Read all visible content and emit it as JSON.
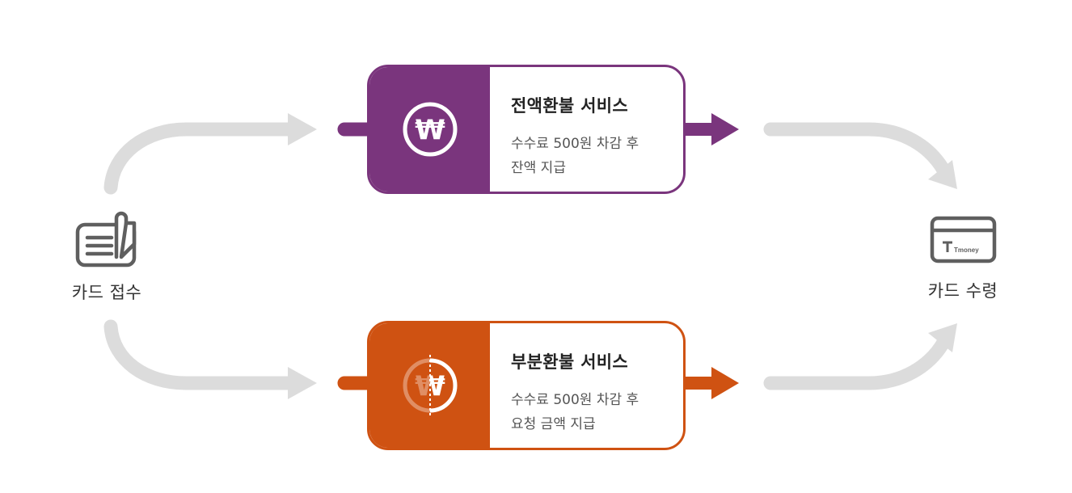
{
  "start": {
    "label": "카드 접수",
    "icon": "card-receipt-document-icon"
  },
  "end": {
    "label": "카드 수령",
    "icon": "tmoney-card-icon",
    "card_brand": "Tmoney"
  },
  "services": [
    {
      "title": "전액환불 서비스",
      "desc_line1": "수수료 500원 차감 후",
      "desc_line2": "잔액 지급",
      "color": "#7a357d",
      "icon": "won-coin-icon"
    },
    {
      "title": "부분환불 서비스",
      "desc_line1": "수수료 500원 차감 후",
      "desc_line2": "요청 금액 지급",
      "color": "#cf5212",
      "icon": "half-won-coin-icon"
    }
  ],
  "colors": {
    "connector": "#dcdcdc",
    "icon": "#5f5f5f"
  }
}
